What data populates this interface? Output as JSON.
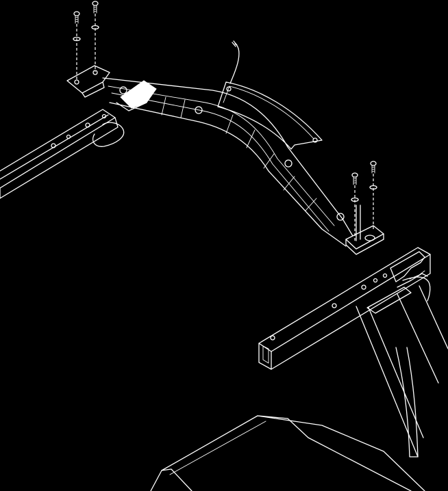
{
  "figure": {
    "line_color": "#ffffff",
    "background_color": "#000000",
    "parts": [
      "upper-crossbar-assembly",
      "screw-fasteners",
      "left-handlebar-tube",
      "right-square-tube",
      "upright-frame",
      "console-cable"
    ]
  }
}
